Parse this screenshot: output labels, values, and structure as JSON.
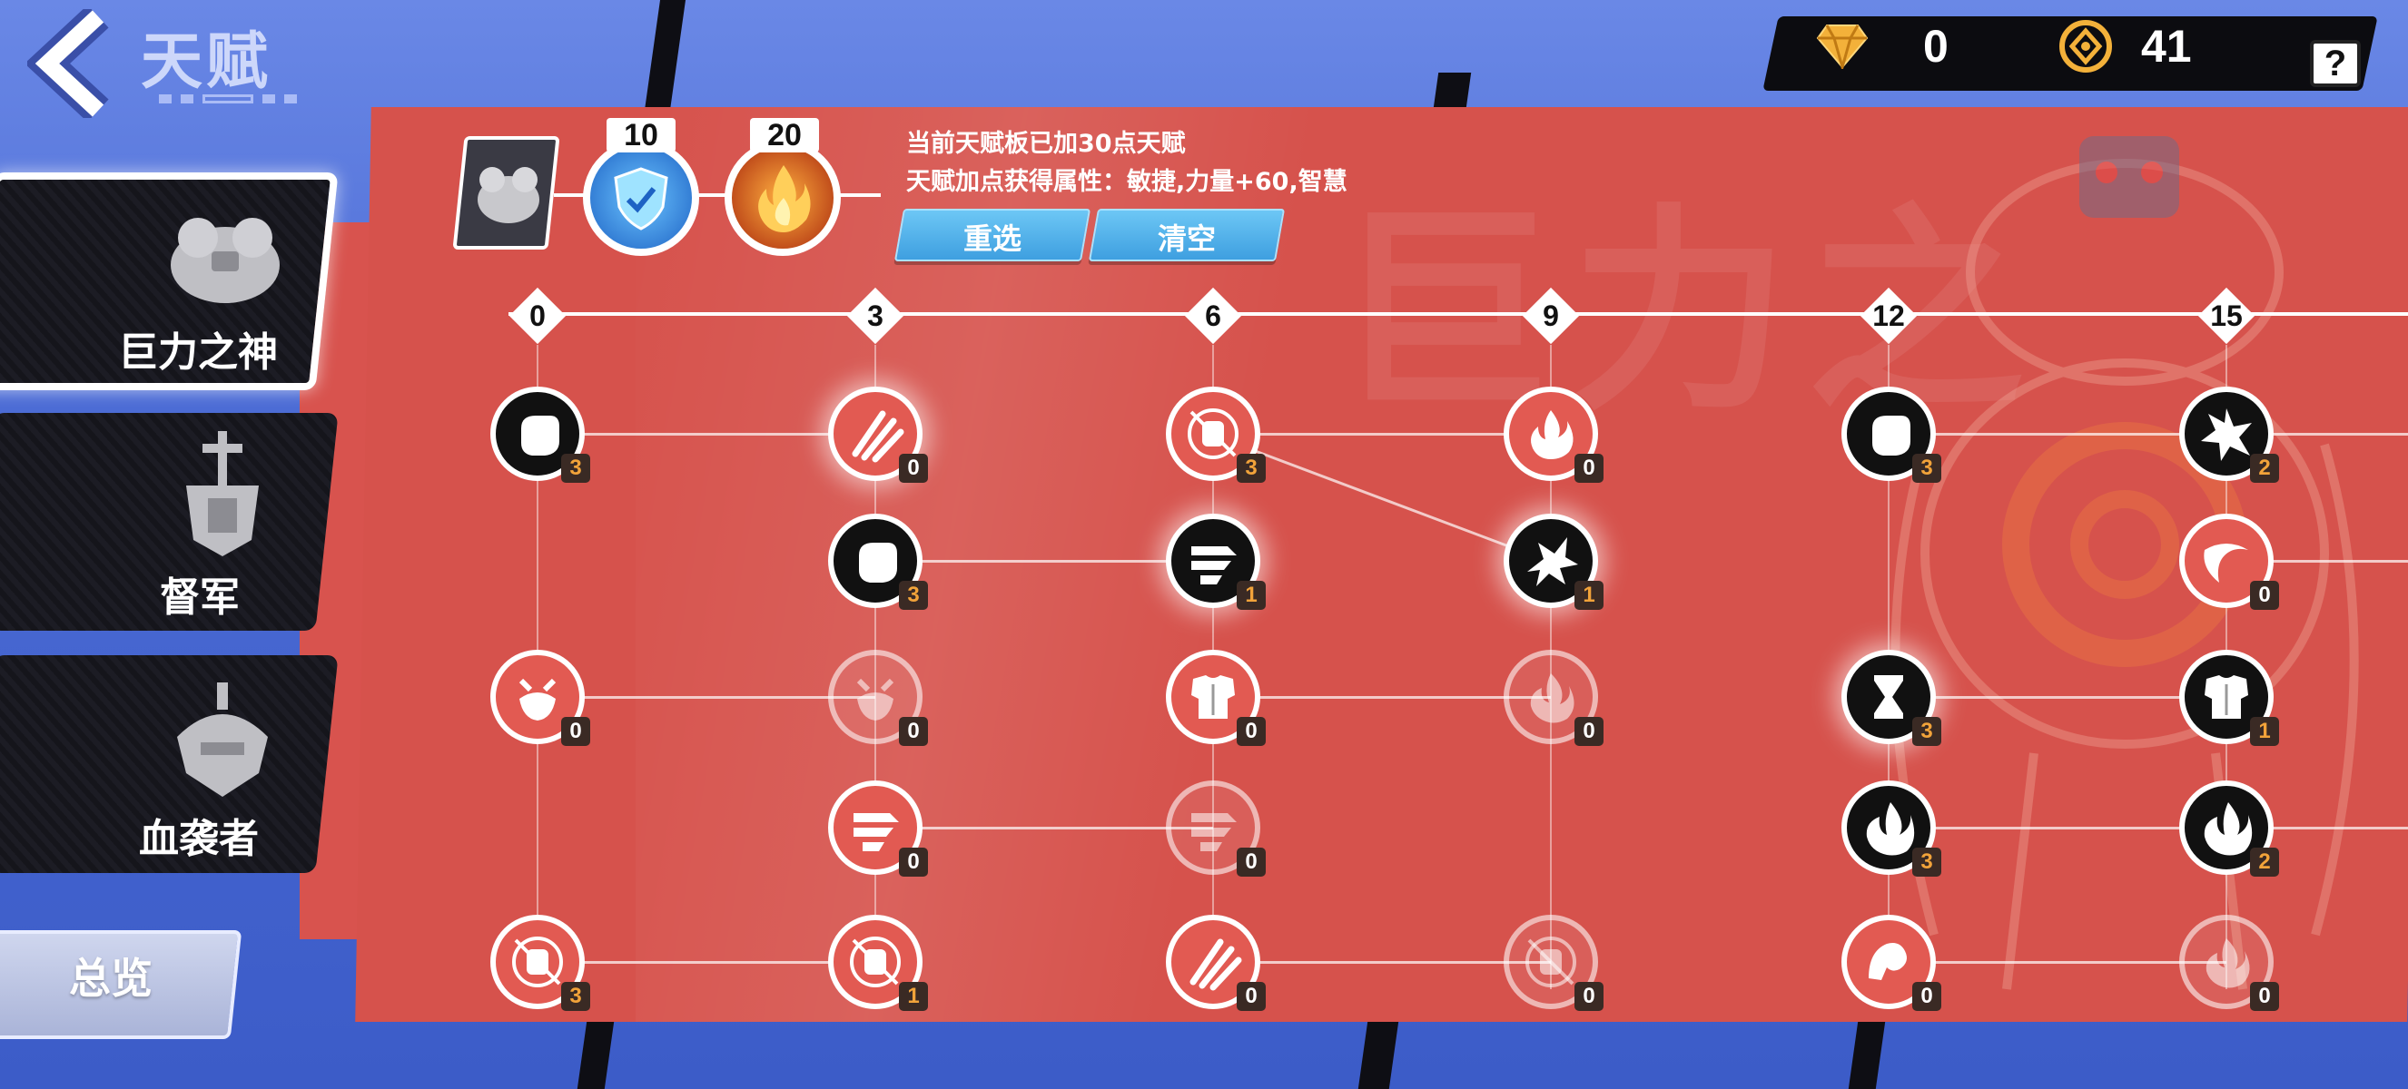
{
  "header": {
    "title": "天赋"
  },
  "currency": [
    {
      "name": "diamond",
      "icon": "gem-icon",
      "value": "0",
      "color": "#f3b13a"
    },
    {
      "name": "coin",
      "icon": "coin-icon",
      "value": "41",
      "color": "#f3b13a"
    }
  ],
  "help_label": "?",
  "sidebar": {
    "items": [
      {
        "label": "巨力之神",
        "icon": "brute-hero-icon",
        "active": true
      },
      {
        "label": "督军",
        "icon": "warlord-hero-icon",
        "active": false
      },
      {
        "label": "血袭者",
        "icon": "blood-raider-hero-icon",
        "active": false
      }
    ],
    "overview_label": "总览"
  },
  "board": {
    "watermark": "巨力之",
    "orbs": [
      {
        "value": "10",
        "icon": "shield-icon",
        "color": "#2f7fd8"
      },
      {
        "value": "20",
        "icon": "flame-icon",
        "color": "#d9531c"
      }
    ],
    "info_line_1": "当前天赋板已加30点天赋",
    "info_line_2": "天赋加点获得属性：敏捷,力量+60,智慧",
    "reset_label": "重选",
    "clear_label": "清空",
    "tiers": [
      "0",
      "3",
      "6",
      "9",
      "12",
      "15"
    ]
  },
  "nodes": [
    {
      "col": 0,
      "row": 0,
      "style": "dark",
      "icon": "fist-icon",
      "points": "3"
    },
    {
      "col": 1,
      "row": 0,
      "style": "light",
      "icon": "claw-strike-icon",
      "points": "0",
      "glow": true
    },
    {
      "col": 2,
      "row": 0,
      "style": "light",
      "icon": "fist-target-icon",
      "points": "3"
    },
    {
      "col": 3,
      "row": 0,
      "style": "light",
      "icon": "fire-burst-icon",
      "points": "0"
    },
    {
      "col": 4,
      "row": 0,
      "style": "dark",
      "icon": "fist-icon",
      "points": "3"
    },
    {
      "col": 5,
      "row": 0,
      "style": "dark",
      "icon": "shatter-icon",
      "points": "2"
    },
    {
      "col": 1,
      "row": 1,
      "style": "dark",
      "icon": "fist-icon",
      "points": "3"
    },
    {
      "col": 2,
      "row": 1,
      "style": "dark",
      "icon": "wind-dash-icon",
      "points": "1",
      "glow": true
    },
    {
      "col": 3,
      "row": 1,
      "style": "dark",
      "icon": "impact-icon",
      "points": "1",
      "glow": true
    },
    {
      "col": 5,
      "row": 1,
      "style": "light",
      "icon": "slash-icon",
      "points": "0"
    },
    {
      "col": 0,
      "row": 2,
      "style": "light",
      "icon": "rage-icon",
      "points": "0"
    },
    {
      "col": 1,
      "row": 2,
      "style": "faded",
      "icon": "rage-icon",
      "points": "0"
    },
    {
      "col": 2,
      "row": 2,
      "style": "light",
      "icon": "armor-icon",
      "points": "0"
    },
    {
      "col": 3,
      "row": 2,
      "style": "faded",
      "icon": "fire-swirl-icon",
      "points": "0"
    },
    {
      "col": 4,
      "row": 2,
      "style": "dark",
      "icon": "hourglass-icon",
      "points": "3",
      "glow": true
    },
    {
      "col": 5,
      "row": 2,
      "style": "dark",
      "icon": "armor-icon",
      "points": "1"
    },
    {
      "col": 1,
      "row": 3,
      "style": "light",
      "icon": "wind-dash-icon",
      "points": "0"
    },
    {
      "col": 2,
      "row": 3,
      "style": "faded",
      "icon": "wind-dash-icon",
      "points": "0"
    },
    {
      "col": 4,
      "row": 3,
      "style": "dark",
      "icon": "blaze-icon",
      "points": "3"
    },
    {
      "col": 5,
      "row": 3,
      "style": "dark",
      "icon": "blaze-icon",
      "points": "2"
    },
    {
      "col": 0,
      "row": 4,
      "style": "light",
      "icon": "fist-target-icon",
      "points": "3"
    },
    {
      "col": 1,
      "row": 4,
      "style": "light",
      "icon": "fist-target-icon",
      "points": "1"
    },
    {
      "col": 2,
      "row": 4,
      "style": "light",
      "icon": "claw-strike-icon",
      "points": "0"
    },
    {
      "col": 3,
      "row": 4,
      "style": "faded",
      "icon": "fist-target-icon",
      "points": "0"
    },
    {
      "col": 4,
      "row": 4,
      "style": "light",
      "icon": "flex-arm-icon",
      "points": "0"
    },
    {
      "col": 5,
      "row": 4,
      "style": "faded",
      "icon": "fire-swirl-icon",
      "points": "0"
    }
  ],
  "badge_gold_color": "#f2a33a"
}
